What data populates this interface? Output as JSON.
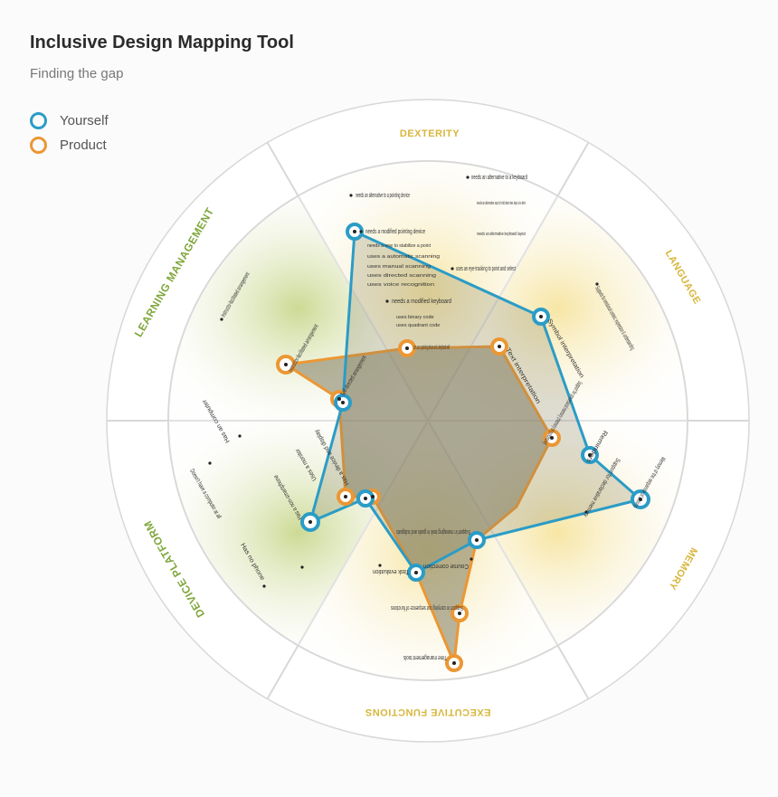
{
  "header": {
    "title": "Inclusive Design Mapping Tool",
    "subtitle": "Finding the gap"
  },
  "legend": [
    {
      "label": "Yourself",
      "color": "#2b9cc6",
      "icon": "ring-icon"
    },
    {
      "label": "Product",
      "color": "#eb9734",
      "icon": "ring-icon"
    }
  ],
  "colors": {
    "category_text": "#d8b63c",
    "learning_text": "#7fa63c",
    "device_text": "#7fa63c",
    "yourself": "#2b9cc6",
    "product": "#eb9734"
  },
  "categories": [
    {
      "name": "DEXTERITY"
    },
    {
      "name": "LANGUAGE"
    },
    {
      "name": "MEMORY"
    },
    {
      "name": "EXECUTIVE FUNCTIONS"
    },
    {
      "name": "DEVICE PLATFORM"
    },
    {
      "name": "LEARNING MANAGEMENT"
    }
  ],
  "labels": {
    "dex": [
      "needs an alternative to a pointing device",
      "needs a modified pointing device",
      "needs a way to stabilize a point",
      "uses a automatic scanning",
      "uses manual scanning",
      "uses directed scanning",
      "uses voice recognition",
      "needs an alternative to a keyboard",
      "needs an alternative way to hold down two keys at a time",
      "needs an alternative keyboard layout",
      "uses an eye-tracking to point and select",
      "needs a modified keyboard",
      "uses binary code",
      "uses quadrant code",
      "can use a pointing device and a keyboard well"
    ],
    "lang": [
      "Supports for emotional context, expression & understanding",
      "Symbol interpretation",
      "Text interpretation"
    ],
    "mem": [
      "Support for procedural memory (memory of procedure)",
      "Reminders",
      "Memory of the sequence of actions",
      "Support for declarative memory"
    ],
    "exec": [
      "Support in managing task in goals and subgoals",
      "Course correction",
      "Task evaluation",
      "Support in carrying out sequence of functions",
      "Time management tools"
    ],
    "device": [
      "Has a non-smartphone",
      "Has no phone",
      "Has an computer",
      "Doesn't have a computer at all",
      "Has a device and display",
      "Uses a monitor"
    ],
    "learn": [
      "Instructor-facilitated arrangement",
      "Instructor-facilitated arrangement",
      "Self-directed arrangement"
    ]
  }
}
